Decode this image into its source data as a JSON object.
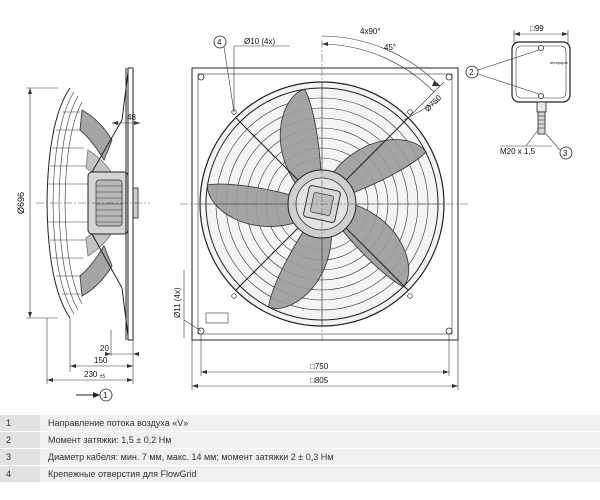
{
  "drawing": {
    "dims": {
      "d_696": "Ø696",
      "d_48": "48",
      "d_20": "20",
      "d_150": "150",
      "d_230": "230",
      "d_230_tol": "±5",
      "d_hole10": "Ø10 (4x)",
      "d_hole11": "Ø11 (4x)",
      "d_angle1": "4x90°",
      "d_angle2": "45°",
      "d_750_circle": "Ø750",
      "d_750_sq": "□750",
      "d_805_sq": "□805",
      "d_box": "□99",
      "d_m20": "M20 x 1,5"
    },
    "callouts": {
      "c1": "1",
      "c2": "2",
      "c3": "3",
      "c4": "4"
    },
    "brand": "ebmpapst",
    "legend": [
      {
        "num": "1",
        "text": "Направление потока воздуха «V»"
      },
      {
        "num": "2",
        "text": "Момент затяжки: 1,5 ± 0,2 Нм"
      },
      {
        "num": "3",
        "text": "Диаметр кабеля: мин. 7 мм, макс. 14 мм; момент затяжки 2 ± 0,3 Нм"
      },
      {
        "num": "4",
        "text": "Крепежные отверстия для FlowGrid"
      }
    ]
  }
}
